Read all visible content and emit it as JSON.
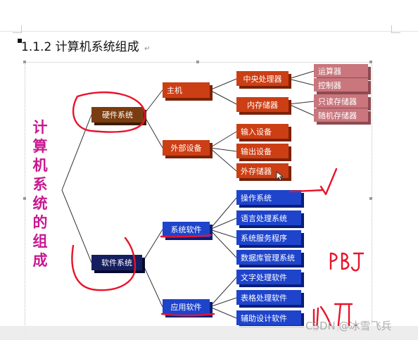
{
  "heading": {
    "text": "1.1.2 计算机系统组成"
  },
  "title_chars": [
    "计",
    "算",
    "机",
    "系",
    "统",
    "的",
    "组",
    "成"
  ],
  "tree": {
    "hardware": {
      "label": "硬件系统",
      "host": {
        "label": "主机",
        "cpu": {
          "label": "中央处理器",
          "children": [
            "运算器",
            "控制器"
          ]
        },
        "memory": {
          "label": "内存储器",
          "children": [
            "只读存储器",
            "随机存储器"
          ]
        }
      },
      "peripherals": {
        "label": "外部设备",
        "children": [
          "输入设备",
          "输出设备",
          "外存储器"
        ]
      }
    },
    "software": {
      "label": "软件系统",
      "system_software": {
        "label": "系统软件",
        "children": [
          "操作系统",
          "语言处理系统",
          "系统服务程序",
          "数据库管理系统"
        ]
      },
      "application_software": {
        "label": "应用软件",
        "children": [
          "文字处理软件",
          "表格处理软件",
          "辅助设计软件"
        ]
      }
    }
  },
  "watermark": {
    "text": "CSDN @冰雪飞兵"
  },
  "colors": {
    "title": "#c8188f",
    "hardware": "#7a3c10",
    "hardware_sub": "#cc3e14",
    "hardware_leaf": "#c9767c",
    "software": "#151f60",
    "software_sub": "#1e44cc",
    "ink": "#e8132a"
  }
}
